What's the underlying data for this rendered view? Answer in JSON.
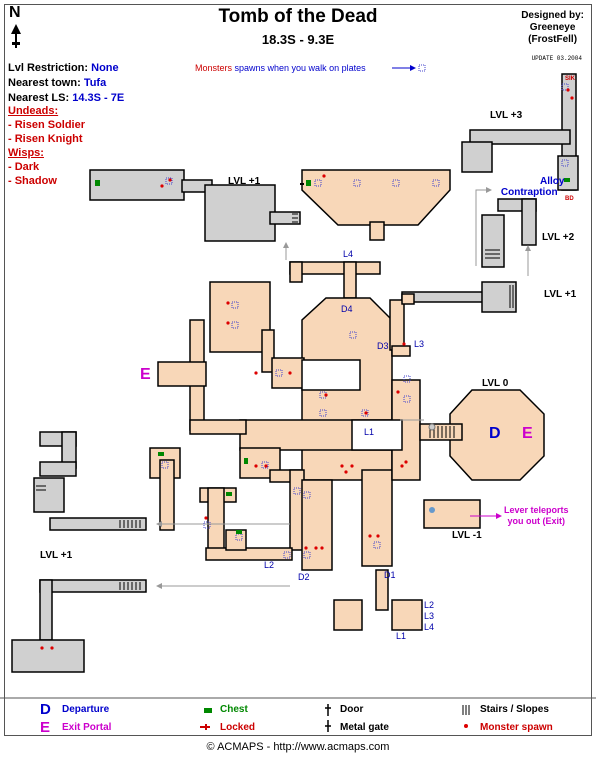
{
  "header": {
    "north": "N",
    "title": "Tomb of the Dead",
    "coords": "18.3S - 9.3E",
    "credit_line1": "Designed by:",
    "credit_line2": "Greeneye",
    "credit_line3": "(FrostFell)",
    "update": "UPDATE 03.2004"
  },
  "info": {
    "restriction_label": "Lvl Restriction:",
    "restriction_value": "None",
    "town_label": "Nearest town:",
    "town_value": "Tufa",
    "ls_label": "Nearest LS:",
    "ls_value": "14.3S - 7E",
    "undeads_label": "Undeads:",
    "undeads": [
      "- Risen Soldier",
      "- Risen Knight"
    ],
    "wisps_label": "Wisps:",
    "wisps": [
      "- Dark",
      "- Shadow"
    ]
  },
  "note": {
    "monsters": "Monsters",
    "rest": " spawns when you walk on plates"
  },
  "levels": {
    "lvl_plus3": "LVL +3",
    "lvl_plus2": "LVL +2",
    "lvl_plus1_a": "LVL +1",
    "lvl_plus1_b": "LVL +1",
    "lvl_plus1_c": "LVL +1",
    "lvl_0": "LVL 0",
    "lvl_minus1": "LVL -1"
  },
  "map_labels": {
    "alloy1": "Alloy",
    "alloy2": "Contraption",
    "sik": "SIK",
    "bd": "BD",
    "d": "D",
    "e1": "E",
    "e2": "E",
    "l1": "L1",
    "l3": "L3",
    "l4": "L4",
    "d1": "D1",
    "d2": "D2",
    "d3": "D3",
    "d4": "D4",
    "l2": "L2",
    "key_l2": "L2",
    "key_l3": "L3",
    "key_l4": "L4",
    "key_l1": "L1",
    "lever1": "Lever teleports",
    "lever2": "you out (Exit)"
  },
  "legend": {
    "d": "D",
    "departure": "Departure",
    "e": "E",
    "exit_portal": "Exit Portal",
    "chest": "Chest",
    "locked": "Locked",
    "door": "Door",
    "metal_gate": "Metal gate",
    "stairs": "Stairs / Slopes",
    "monster_spawn": "Monster spawn"
  },
  "footer": "© ACMAPS - http://www.acmaps.com",
  "colors": {
    "room_floor": "#f8d7b8",
    "upper_floor": "#d0d0d0",
    "wall": "#000000",
    "departure": "#0000cc",
    "exit": "#cc00cc",
    "chest": "#008800",
    "spawn": "#dd0000",
    "plate": "#4444cc"
  }
}
